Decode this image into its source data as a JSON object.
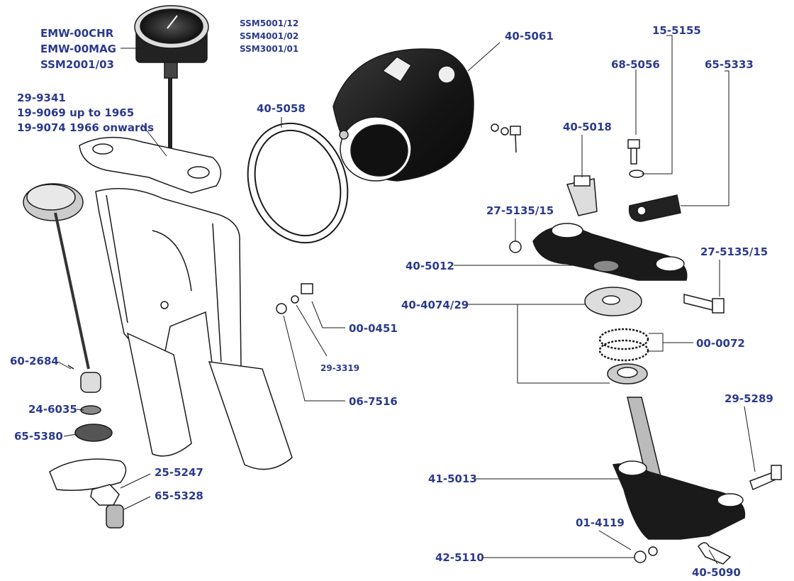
{
  "labels": {
    "emw_00chr": "EMW-00CHR",
    "emw_00mag": "EMW-00MAG",
    "ssm2001_03": "SSM2001/03",
    "ssm5001_12": "SSM5001/12",
    "ssm4001_02": "SSM4001/02",
    "ssm3001_01": "SSM3001/01",
    "p29_9341": "29-9341",
    "p19_9069": "19-9069 up to 1965",
    "p19_9074": "19-9074 1966 onwards",
    "p40_5058": "40-5058",
    "p40_5061": "40-5061",
    "p15_5155": "15-5155",
    "p68_5056": "68-5056",
    "p65_5333": "65-5333",
    "p40_5018": "40-5018",
    "p27_5135_a": "27-5135/15",
    "p40_5012": "40-5012",
    "p27_5135_b": "27-5135/15",
    "p40_4074": "40-4074/29",
    "p00_0451": "00-0451",
    "p00_0072": "00-0072",
    "p29_3319": "29-3319",
    "p06_7516": "06-7516",
    "p60_2684": "60-2684",
    "p24_6035": "24-6035",
    "p65_5380": "65-5380",
    "p25_5247": "25-5247",
    "p65_5328": "65-5328",
    "p29_5289": "29-5289",
    "p41_5013": "41-5013",
    "p01_4119": "01-4119",
    "p42_5110": "42-5110",
    "p40_5090": "40-5090"
  },
  "colors": {
    "label": "#2b3a8c",
    "line": "#1a1a1a",
    "part": "#1c1c1c"
  }
}
